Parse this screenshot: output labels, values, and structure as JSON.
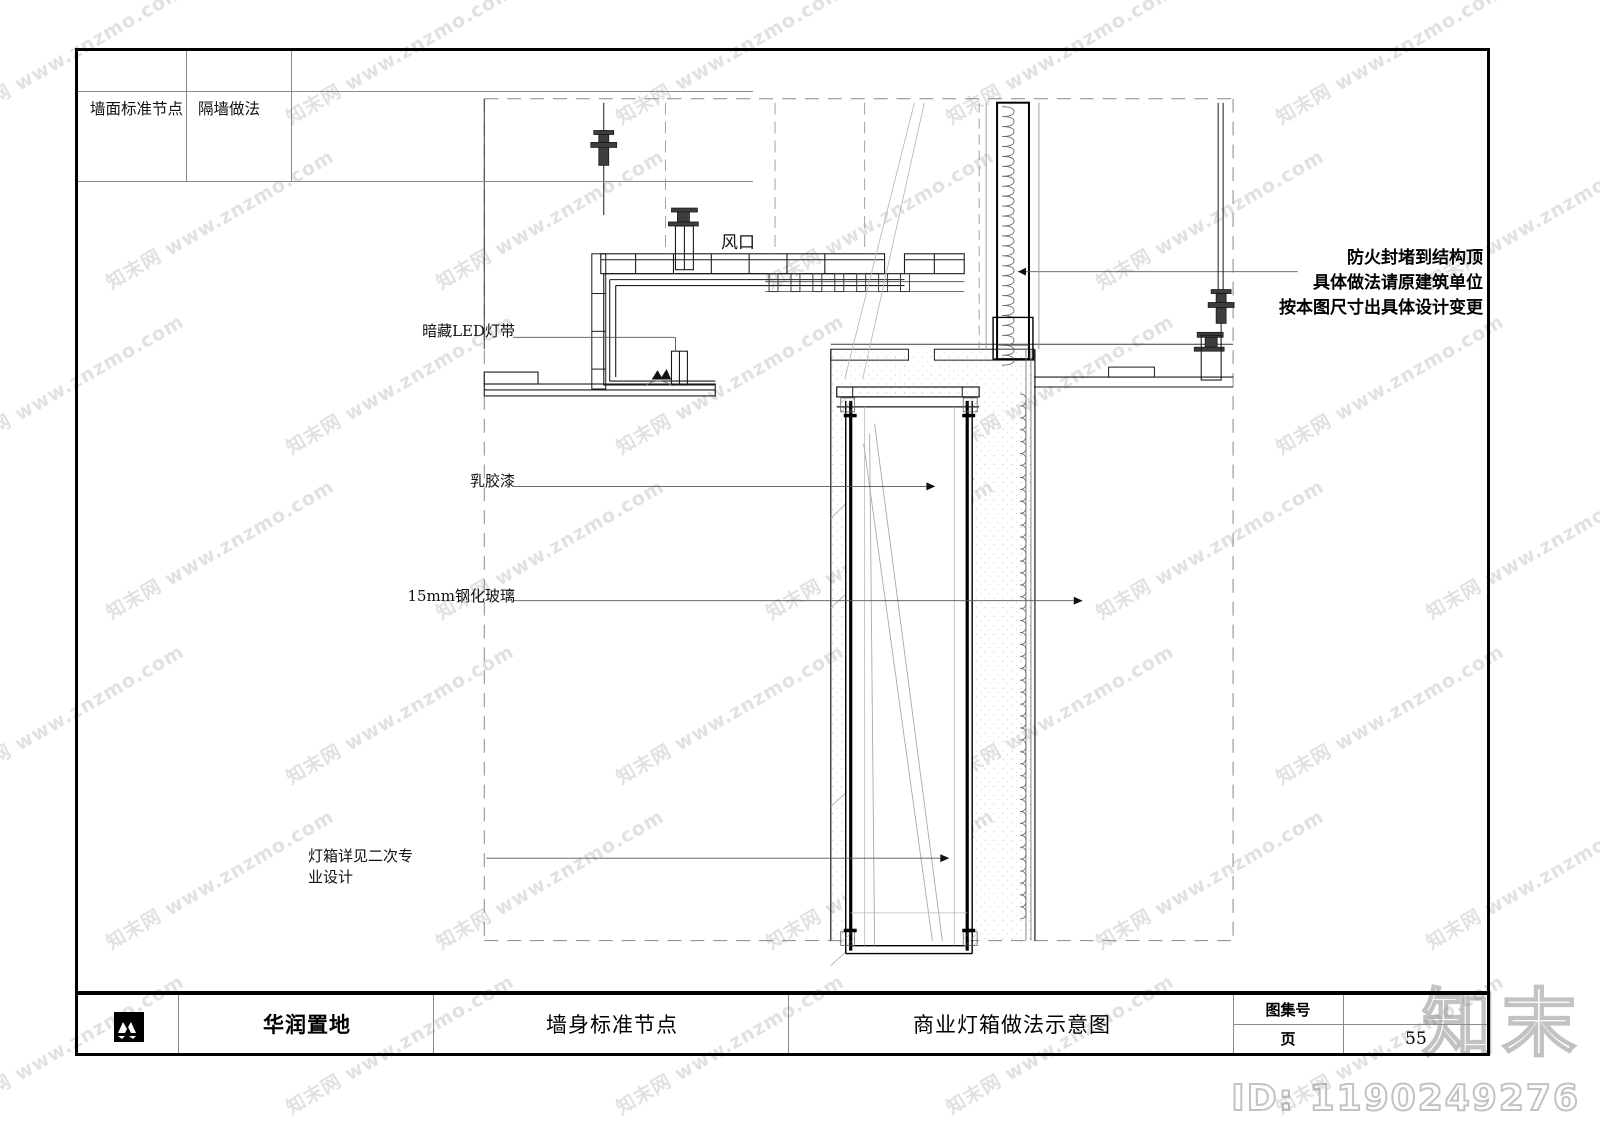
{
  "sheet": {
    "index_table": {
      "rows": [
        {
          "col1": "",
          "col2": "",
          "col3": ""
        },
        {
          "col1": "墙面标准节点",
          "col2": "隔墙做法",
          "col3": ""
        }
      ]
    },
    "annotations": {
      "vent_label": "风口",
      "left": [
        {
          "id": "led-strip",
          "text": "暗藏LED灯带"
        },
        {
          "id": "latex-paint",
          "text": "乳胶漆"
        },
        {
          "id": "tempered-glass",
          "text": "15mm钢化玻璃"
        },
        {
          "id": "lightbox-note",
          "text": "灯箱详见二次专\n业设计"
        }
      ],
      "right": [
        "防火封堵到结构顶",
        "具体做法请原建筑单位",
        "按本图尺寸出具体设计变更"
      ]
    },
    "title_block": {
      "logo_name": "china-resources-land-logo",
      "company": "华润置地",
      "drawing_set": "墙身标准节点",
      "drawing_title": "商业灯箱做法示意图",
      "atlas_label": "图集号",
      "atlas_value": "",
      "page_label": "页",
      "page_value": "55"
    }
  },
  "watermarks": {
    "tile_text": "知末网  www.znzmo.com",
    "brand": "知末",
    "id_text": "ID: 1190249276"
  },
  "colors": {
    "line": "#000000",
    "thin_line": "#8a8a8a",
    "hatch": "#9a9a9a",
    "background": "#ffffff"
  }
}
